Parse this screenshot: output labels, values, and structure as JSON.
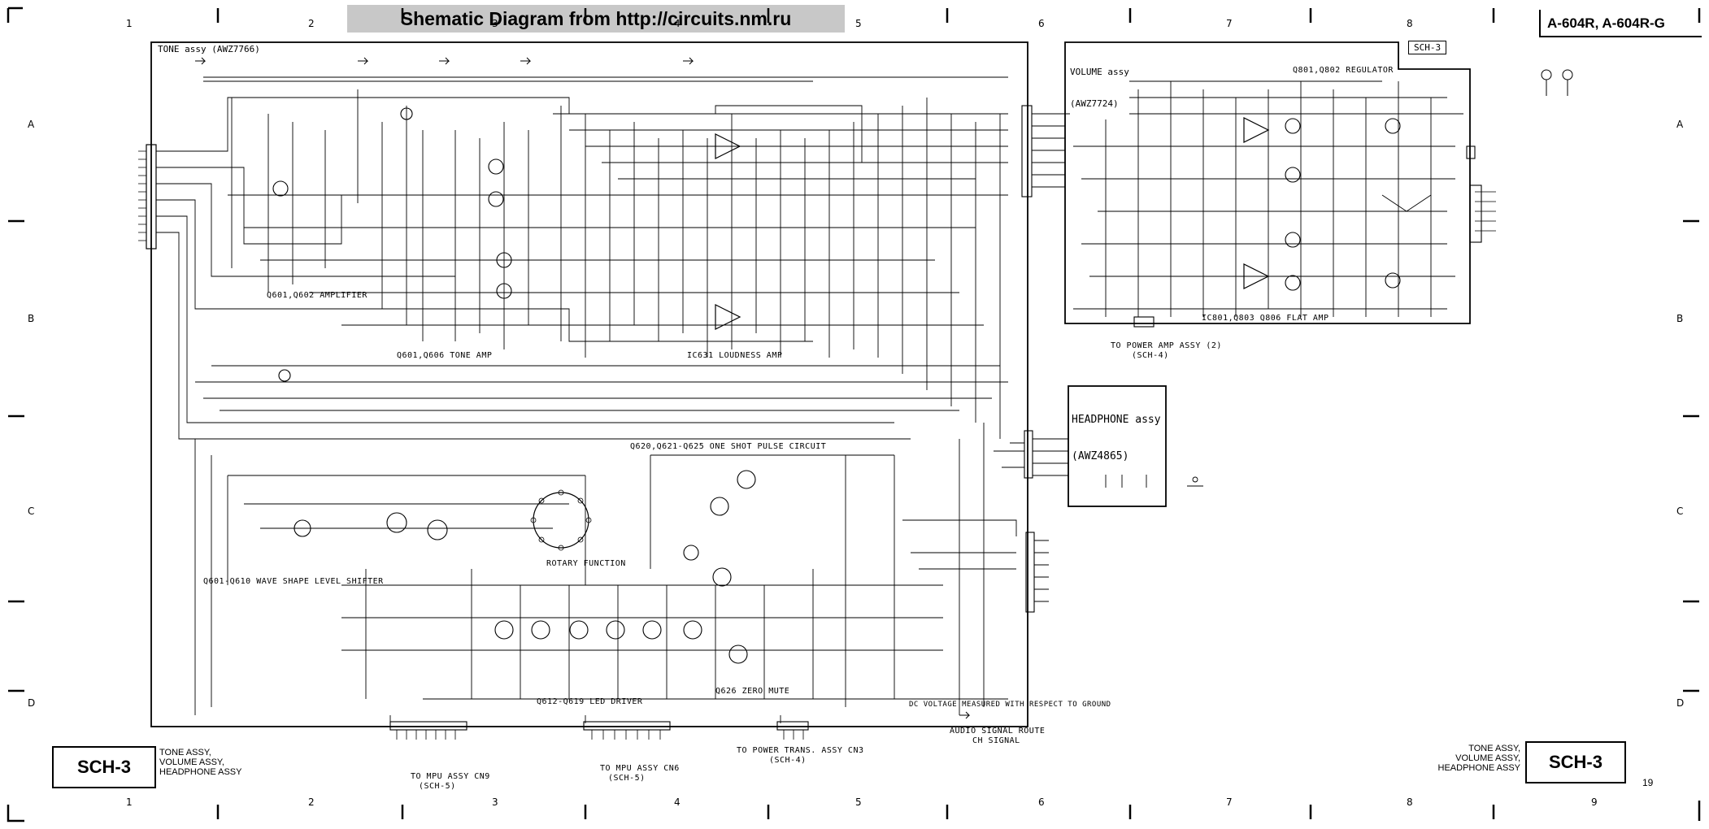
{
  "header": {
    "banner": "Shematic Diagram from http://circuits.nm.ru",
    "models": "A-604R, A-604R-G"
  },
  "grid": {
    "top_cols": [
      "1",
      "2",
      "3",
      "4",
      "5",
      "6",
      "7",
      "8"
    ],
    "bottom_cols": [
      "1",
      "2",
      "3",
      "4",
      "5",
      "6",
      "7",
      "8",
      "9"
    ],
    "rows": [
      "A",
      "B",
      "C",
      "D"
    ]
  },
  "sheet": {
    "id": "SCH-3",
    "caption": [
      "TONE ASSY,",
      "VOLUME ASSY,",
      "HEADPHONE ASSY"
    ],
    "page": "19"
  },
  "assemblies": {
    "tone": "TONE assy (AWZ7766)",
    "volume": [
      "VOLUME assy",
      "(AWZ7724)"
    ],
    "headphone": [
      "HEADPHONE assy",
      "(AWZ4865)"
    ],
    "sch_tag": "SCH-3"
  },
  "circuit_labels": {
    "tone_amp": "Q601,Q602 AMPLIFIER",
    "tone_amp2": "Q601,Q606 TONE AMP",
    "loudness": "IC631 LOUDNESS AMP",
    "flat_amp": "IC801,Q803 Q806 FLAT AMP",
    "regulator": "Q801,Q802 REGULATOR",
    "one_shot": "Q620,Q621-Q625 ONE SHOT PULSE CIRCUIT",
    "level_shifter": "Q601-Q610 WAVE SHAPE LEVEL SHIFTER",
    "led_driver": "Q612-Q619 LED DRIVER",
    "zero_mute": "Q626 ZERO MUTE",
    "rotary": "ROTARY FUNCTION",
    "to_power_amp": "TO POWER AMP ASSY (2)",
    "to_power_amp_ref": "(SCH-4)",
    "to_mpu": "TO MPU ASSY CN9",
    "to_mpu_ref": "(SCH-5)",
    "to_mpu2": "TO MPU ASSY CN6",
    "to_mpu2_ref": "(SCH-5)",
    "to_power_trans": "TO POWER TRANS. ASSY CN3",
    "to_power_trans_ref": "(SCH-4)",
    "audio_signal": "AUDIO SIGNAL ROUTE",
    "signal_ref": "CH SIGNAL",
    "note_voltage": "DC VOLTAGE MEASURED WITH RESPECT TO GROUND"
  },
  "colors": {
    "ink": "#000000",
    "banner_bg": "#c8c8c8",
    "paper": "#ffffff"
  }
}
